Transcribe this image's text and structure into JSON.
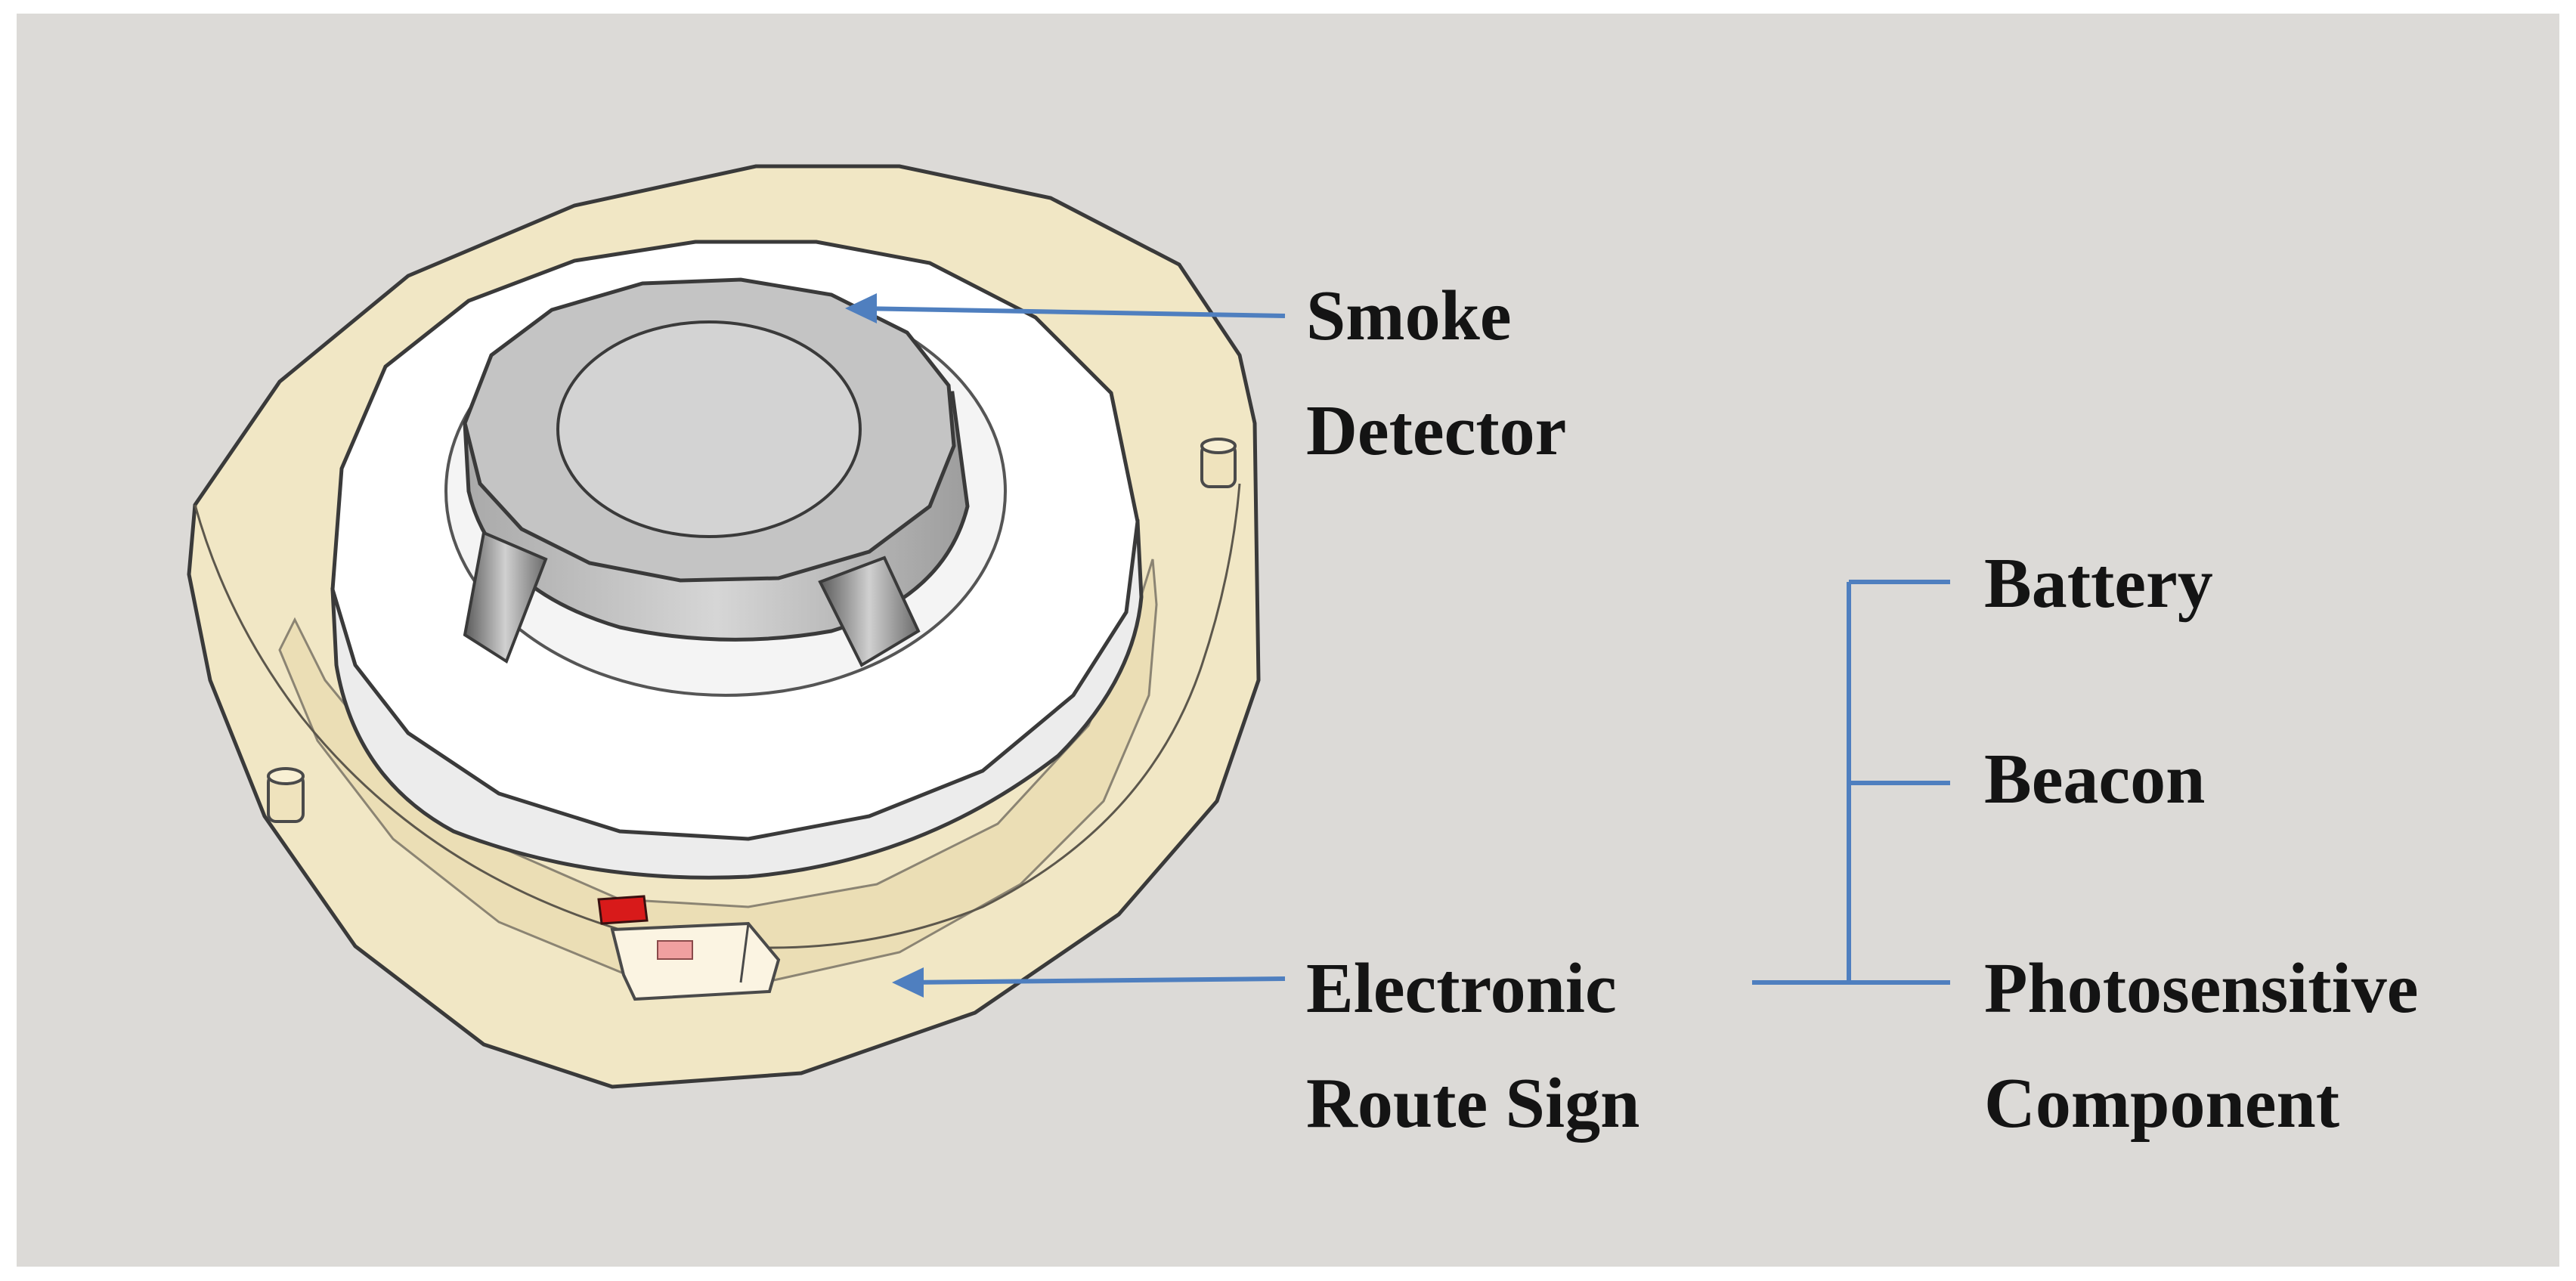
{
  "labels": {
    "smoke_detector": [
      "Smoke",
      "Detector"
    ],
    "electronic_route_sign": [
      "Electronic",
      "Route Sign"
    ],
    "components": {
      "battery": "Battery",
      "beacon": "Beacon",
      "photosensitive": [
        "Photosensitive",
        "Component"
      ]
    }
  },
  "colors": {
    "background": "#dcdad7",
    "base_ring": "#f2e8c4",
    "detector_body": "#ffffff",
    "detector_cap": "#bdbdbd",
    "indicator_led": "#d81a1a",
    "connector_lines": "#4f7fbf",
    "text": "#141414"
  }
}
